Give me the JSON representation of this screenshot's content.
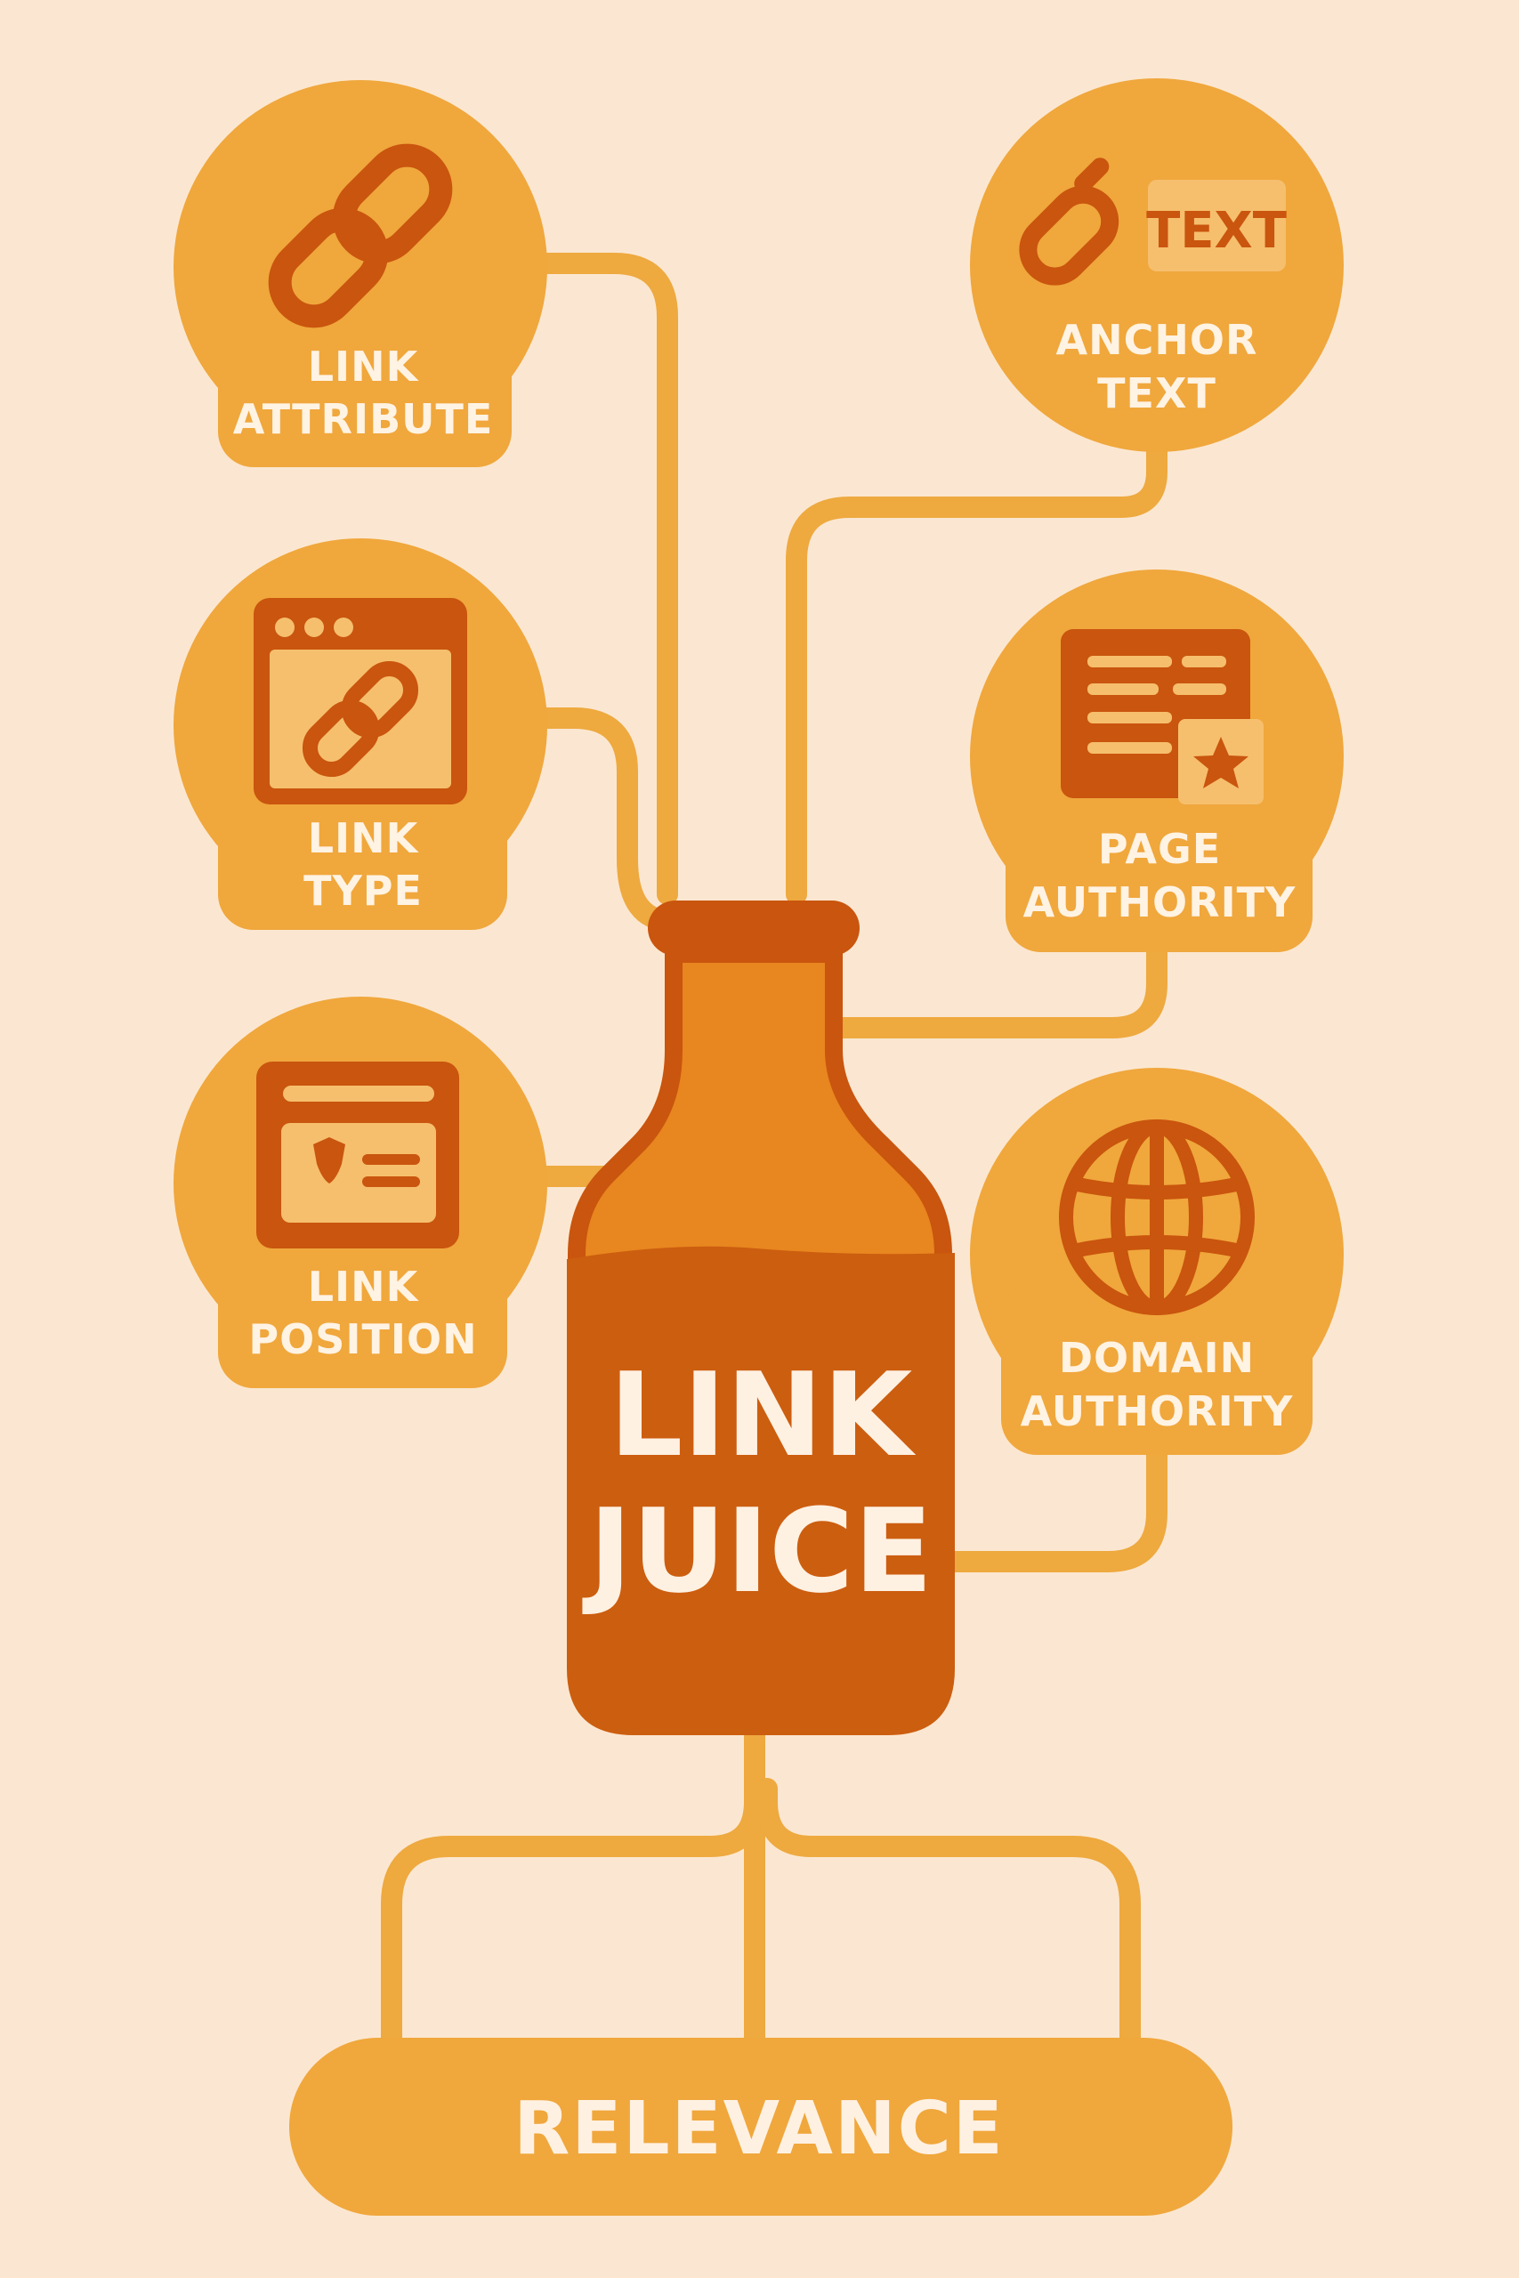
{
  "colors": {
    "background": "#FBE7D1",
    "node_fill": "#F0A73C",
    "icon_dark": "#C9550E",
    "connector": "#EEA93F",
    "bottle_neck": "#E8861F",
    "bottle_body": "#CC5E10",
    "label_text": "#FFF3E3"
  },
  "nodes": [
    {
      "id": "link-attribute",
      "icon": "chain-link-icon",
      "line1": "LINK",
      "line2": "ATTRIBUTE"
    },
    {
      "id": "link-type",
      "icon": "browser-link-icon",
      "line1": "LINK",
      "line2": "TYPE"
    },
    {
      "id": "link-position",
      "icon": "layout-position-icon",
      "line1": "LINK",
      "line2": "POSITION"
    },
    {
      "id": "anchor-text",
      "icon": "anchor-text-icon",
      "icon_text": "TEXT",
      "line1": "ANCHOR",
      "line2": "TEXT"
    },
    {
      "id": "page-authority",
      "icon": "page-star-icon",
      "line1": "PAGE",
      "line2": "AUTHORITY"
    },
    {
      "id": "domain-authority",
      "icon": "globe-icon",
      "line1": "DOMAIN",
      "line2": "AUTHORITY"
    }
  ],
  "center": {
    "line1": "LINK",
    "line2": "JUICE"
  },
  "bottom": {
    "label": "RELEVANCE"
  }
}
